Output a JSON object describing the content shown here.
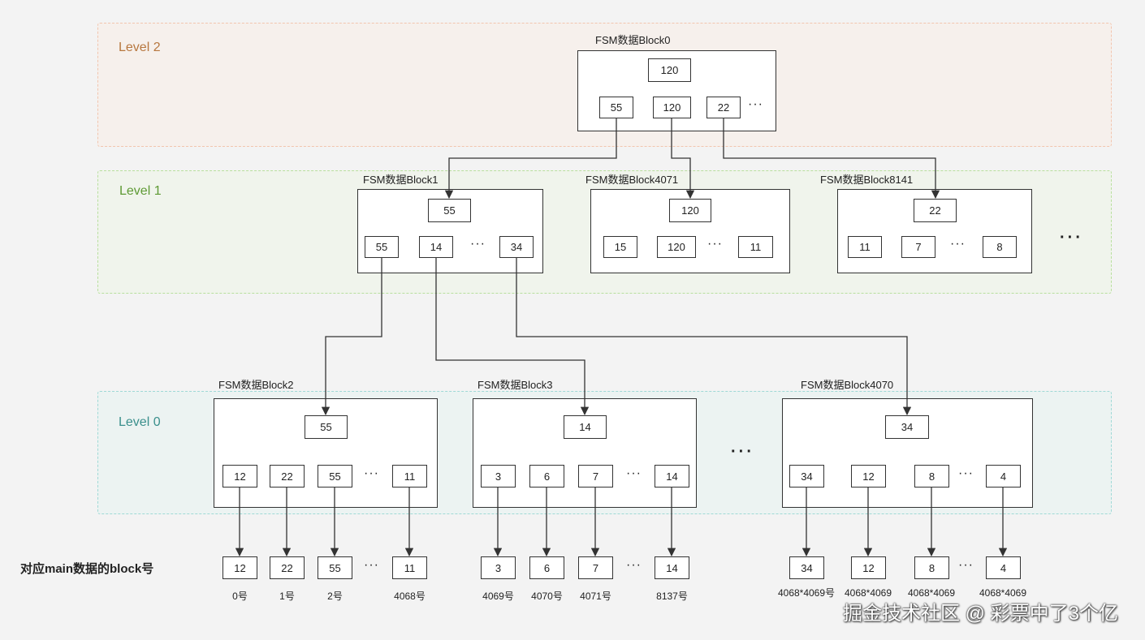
{
  "levels": {
    "l2": {
      "label": "Level 2",
      "color": "#b7773f"
    },
    "l1": {
      "label": "Level 1",
      "color": "#5e9a34"
    },
    "l0": {
      "label": "Level 0",
      "color": "#3a8f8c"
    }
  },
  "blocks": {
    "b0": {
      "title": "FSM数据Block0",
      "root": "120",
      "leaves": [
        "55",
        "120",
        "22"
      ],
      "more": "···"
    },
    "b1": {
      "title": "FSM数据Block1",
      "root": "55",
      "leaves": [
        "55",
        "14",
        "34"
      ],
      "more": "···"
    },
    "b4071": {
      "title": "FSM数据Block4071",
      "root": "120",
      "leaves": [
        "15",
        "120",
        "11"
      ],
      "more": "···"
    },
    "b8141": {
      "title": "FSM数据Block8141",
      "root": "22",
      "leaves": [
        "11",
        "7",
        "8"
      ],
      "more": "···"
    },
    "b2": {
      "title": "FSM数据Block2",
      "root": "55",
      "leaves": [
        "12",
        "22",
        "55",
        "11"
      ],
      "more": "···"
    },
    "b3": {
      "title": "FSM数据Block3",
      "root": "14",
      "leaves": [
        "3",
        "6",
        "7",
        "14"
      ],
      "more": "···"
    },
    "b4070": {
      "title": "FSM数据Block4070",
      "root": "34",
      "leaves": [
        "34",
        "12",
        "8",
        "4"
      ],
      "more": "···"
    }
  },
  "level1_more": "···",
  "level0_more": "···",
  "main_row": {
    "label": "对应main数据的block号",
    "groups": [
      {
        "cells": [
          "12",
          "22",
          "55",
          "11"
        ],
        "indices": [
          "0号",
          "1号",
          "2号",
          "4068号"
        ],
        "more": "···"
      },
      {
        "cells": [
          "3",
          "6",
          "7",
          "14"
        ],
        "indices": [
          "4069号",
          "4070号",
          "4071号",
          "8137号"
        ],
        "more": "···"
      },
      {
        "cells": [
          "34",
          "12",
          "8",
          "4"
        ],
        "indices": [
          "4068*4069号",
          "4068*4069",
          "4068*4069",
          "4068*4069"
        ],
        "more": "···"
      }
    ]
  },
  "watermark": "掘金技术社区 @ 彩票中了3个亿"
}
